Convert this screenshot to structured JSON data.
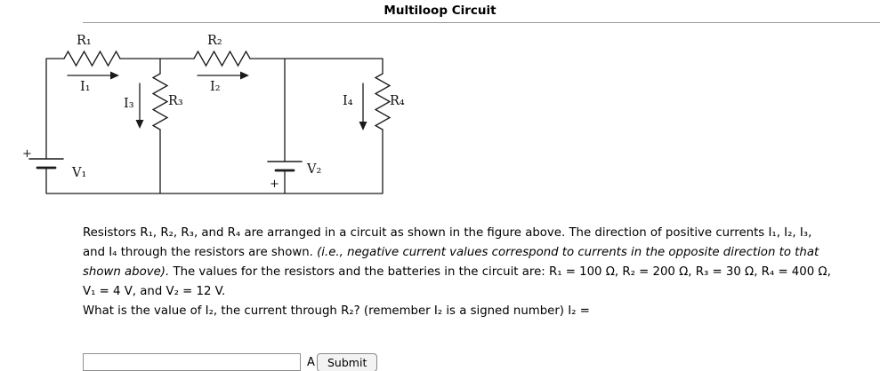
{
  "page": {
    "title": "Multiloop Circuit"
  },
  "circuit": {
    "labels": {
      "r1": "R₁",
      "r2": "R₂",
      "r3": "R₃",
      "r4": "R₄",
      "i1": "I₁",
      "i2": "I₂",
      "i3": "I₃",
      "i4": "I₄",
      "v1": "V₁",
      "v2": "V₂",
      "plus_v1": "+",
      "plus_v2": "+"
    },
    "color": "#1a1a1a"
  },
  "problem": {
    "seg1": "Resistors R₁, R₂, R₃, and R₄ are arranged in a circuit as shown in the figure above. The direction of positive currents I₁, I₂, I₃, and I₄ through the resistors are shown. ",
    "seg2_italic": "(i.e., negative current values correspond to currents in the opposite direction to that shown above).",
    "seg3": " The values for the resistors and the batteries in the circuit are: R₁ = 100 Ω, R₂ = 200 Ω, R₃ = 30 Ω, R₄ = 400 Ω, V₁ = 4 V, and V₂ = 12 V.",
    "question": "What is the value of I₂, the current through R₂? (remember I₂ is a signed number) I₂ ="
  },
  "answer": {
    "input_value": "",
    "unit": "A",
    "submit_label": "Submit"
  }
}
